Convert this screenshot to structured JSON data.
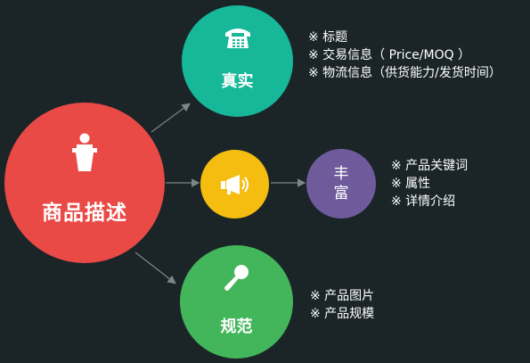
{
  "colors": {
    "background": "#1b2528",
    "center": "#ea4a45",
    "authentic": "#17b79a",
    "rich_icon": "#f4bd10",
    "rich_label": "#6f5b9c",
    "standard": "#43b55a",
    "arrow": "#7c8587"
  },
  "center": {
    "title": "商品描述",
    "icon": "podium-speaker-icon"
  },
  "authentic": {
    "title": "真实",
    "icon": "telephone-icon",
    "notes": [
      "※ 标题",
      "※ 交易信息（ Price/MOQ ）",
      "※ 物流信息（供货能力/发货时间）"
    ]
  },
  "rich": {
    "icon": "megaphone-icon",
    "title_line1": "丰",
    "title_line2": "富",
    "notes": [
      "※  产品关键词",
      "※  属性",
      "※  详情介绍"
    ]
  },
  "standard": {
    "title": "规范",
    "icon": "microphone-icon",
    "notes": [
      "※  产品图片",
      "※  产品规模"
    ]
  }
}
